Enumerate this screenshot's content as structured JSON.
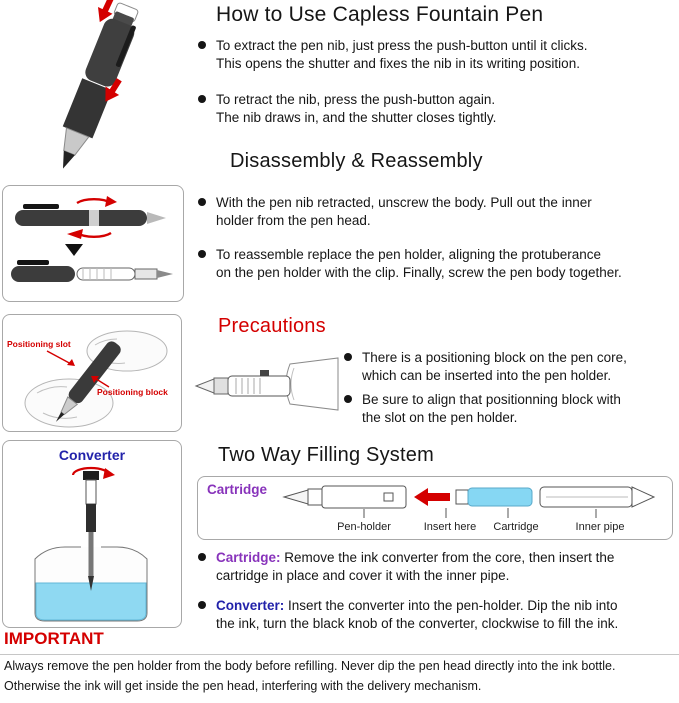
{
  "colors": {
    "heading_red": "#d40000",
    "converter_blue": "#2222aa",
    "cartridge_purple": "#8833bb",
    "ink_blue": "#8fd9f2"
  },
  "how_to_use": {
    "title": "How to Use Capless Fountain Pen",
    "bullets": [
      "To extract the pen nib, just press the push-button until it clicks.\nThis opens the shutter and fixes the nib in its writing position.",
      "To retract the nib, press the push-button again.\nThe nib draws in, and the shutter closes tightly."
    ]
  },
  "disassembly": {
    "title": "Disassembly & Reassembly",
    "bullets": [
      "With the pen nib retracted, unscrew the body. Pull out the inner\nholder from the pen head.",
      "To reassemble replace the pen holder, aligning the protuberance\non the pen holder with the clip. Finally, screw the pen body together."
    ]
  },
  "precautions": {
    "title": "Precautions",
    "bullets": [
      "There is a positioning block on the pen core,\nwhich can be inserted into the pen holder.",
      "Be sure to align that positionning block with\nthe slot on the pen holder."
    ],
    "illustration": {
      "slot_label": "Positioning slot",
      "block_label": "Positioning block"
    }
  },
  "two_way": {
    "title": "Two Way Filling System",
    "converter_illustration_title": "Converter",
    "cartridge_diagram": {
      "title": "Cartridge",
      "labels": [
        "Pen-holder",
        "Insert here",
        "Cartridge",
        "Inner pipe"
      ]
    },
    "bullets": [
      {
        "lead": "Cartridge:",
        "text": "Remove the ink converter from the core, then insert the\ncartridge in place and cover it with the inner pipe."
      },
      {
        "lead": "Converter:",
        "text": "Insert the converter into the pen-holder. Dip the nib into\nthe ink, turn the black knob of the converter, clockwise to fill the ink."
      }
    ]
  },
  "important": {
    "title": "IMPORTANT",
    "lines": [
      "Always remove the pen holder from the body before refilling. Never dip the pen head directly into the ink bottle.",
      "Otherwise the ink will get inside the pen head, interfering with the delivery mechanism."
    ]
  }
}
